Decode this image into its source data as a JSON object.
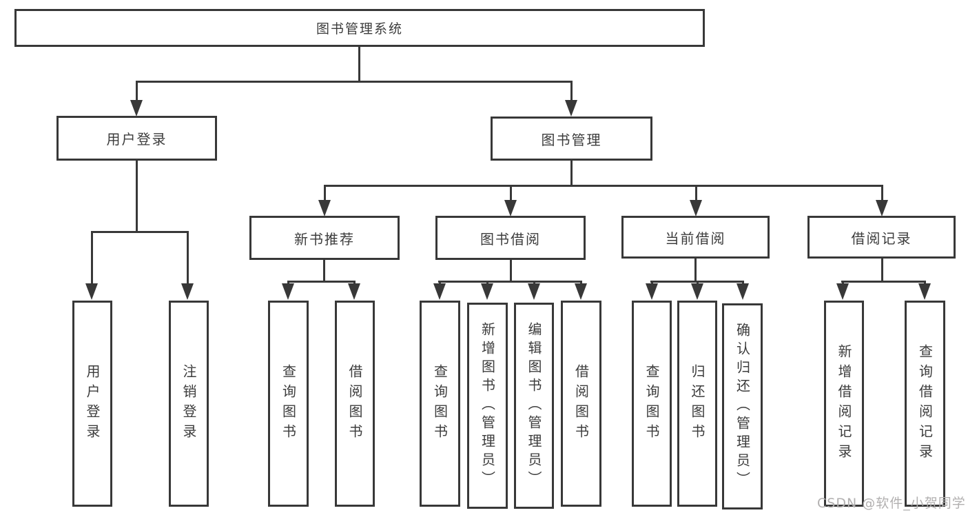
{
  "diagram": {
    "root": {
      "label": "图书管理系统"
    },
    "level2": {
      "user_login": {
        "label": "用户登录"
      },
      "book_management": {
        "label": "图书管理"
      }
    },
    "level3": {
      "new_book_recommend": {
        "label": "新书推荐"
      },
      "book_borrowing": {
        "label": "图书借阅"
      },
      "current_borrowing": {
        "label": "当前借阅"
      },
      "borrowing_records": {
        "label": "借阅记录"
      }
    },
    "leaves": {
      "user_login": "用户登录",
      "logout": "注销登录",
      "nb_query_books": "查询图书",
      "nb_borrow_books": "借阅图书",
      "bb_query_books": "查询图书",
      "bb_add_books_admin": "新增图书（管理员）",
      "bb_edit_books_admin": "编辑图书（管理员）",
      "bb_borrow_books": "借阅图书",
      "cb_query_books": "查询图书",
      "cb_return_books": "归还图书",
      "cb_confirm_return_admin": "确认归还（管理员）",
      "br_add_record": "新增借阅记录",
      "br_query_record": "查询借阅记录"
    }
  },
  "watermark": "CSDN @软件_小贺同学",
  "colors": {
    "line": "#383838",
    "text": "#3c3c3c",
    "watermark": "#b2b0b0",
    "background": "#ffffff"
  }
}
